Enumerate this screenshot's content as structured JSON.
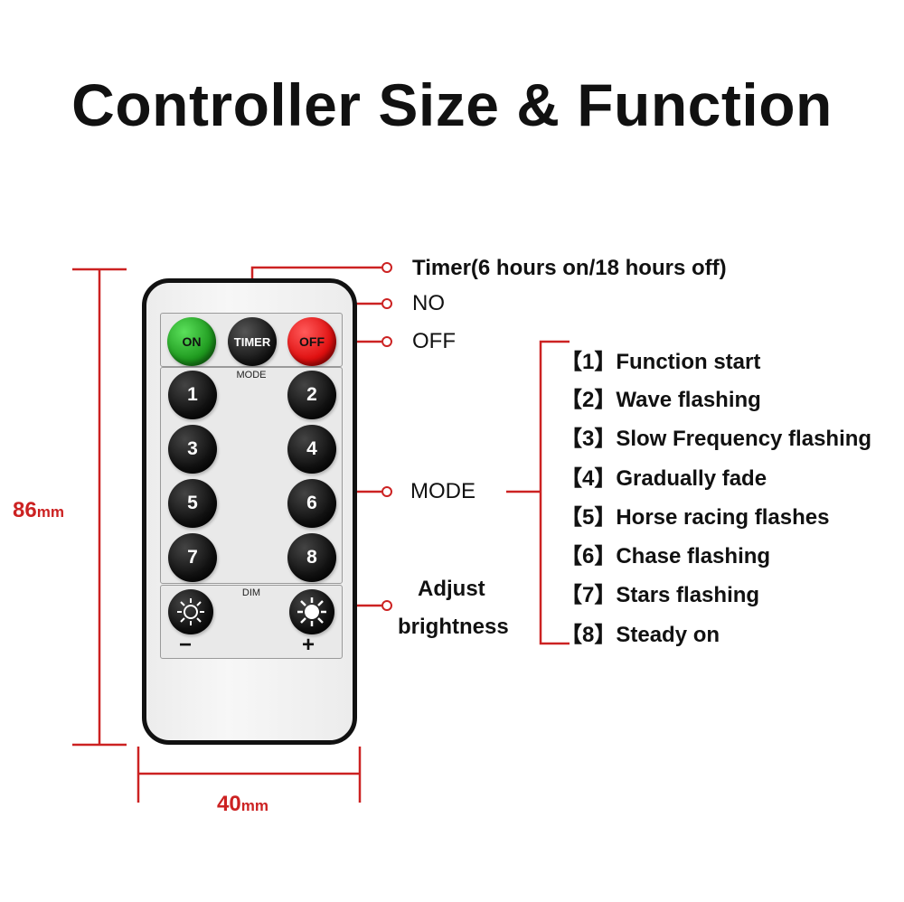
{
  "title": "Controller Size & Function",
  "dimensions": {
    "height_value": "86",
    "height_unit": "mm",
    "width_value": "40",
    "width_unit": "mm"
  },
  "remote": {
    "top_buttons": [
      {
        "label": "ON",
        "color": "#1f9a1f"
      },
      {
        "label": "TIMER",
        "color": "#1a1a1a"
      },
      {
        "label": "OFF",
        "color": "#e01010"
      }
    ],
    "mode_label": "MODE",
    "number_buttons": [
      "1",
      "2",
      "3",
      "4",
      "5",
      "6",
      "7",
      "8"
    ],
    "dim_label": "DIM",
    "dim_minus": "−",
    "dim_plus": "+"
  },
  "callouts": {
    "timer": "Timer(6 hours on/18 hours off)",
    "no": "NO",
    "off": "OFF",
    "mode": "MODE",
    "adjust_line1": "Adjust",
    "adjust_line2": "brightness"
  },
  "mode_functions": [
    "【1】Function start",
    "【2】Wave flashing",
    "【3】Slow Frequency flashing",
    "【4】Gradually fade",
    "【5】Horse racing flashes",
    "【6】Chase flashing",
    "【7】Stars flashing",
    "【8】Steady on"
  ],
  "colors": {
    "accent_red": "#cc2222",
    "body_black": "#111111"
  }
}
